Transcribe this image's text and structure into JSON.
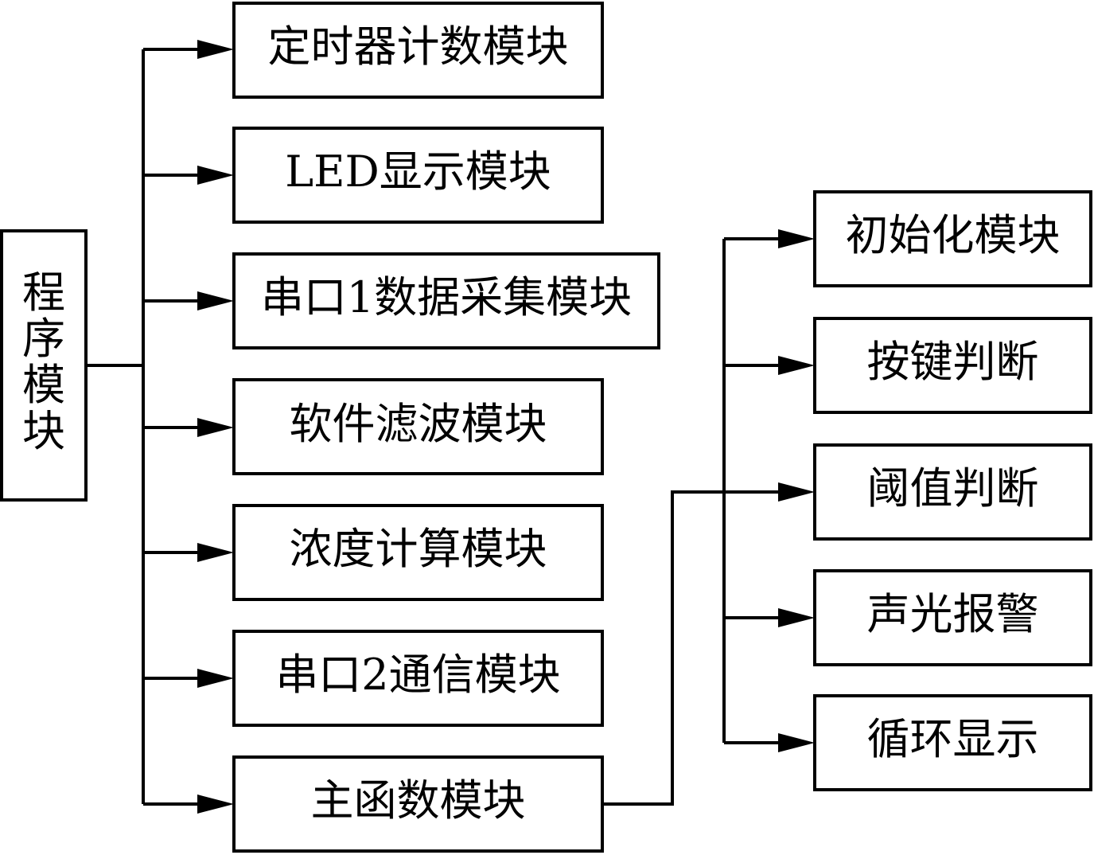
{
  "root": {
    "label_lines": [
      "程",
      "序",
      "模",
      "块"
    ]
  },
  "modules": [
    "定时器计数模块",
    "LED显示模块",
    "串口1数据采集模块",
    "软件滤波模块",
    "浓度计算模块",
    "串口2通信模块",
    "主函数模块"
  ],
  "main_subs": [
    "初始化模块",
    "按键判断",
    "阈值判断",
    "声光报警",
    "循环显示"
  ]
}
